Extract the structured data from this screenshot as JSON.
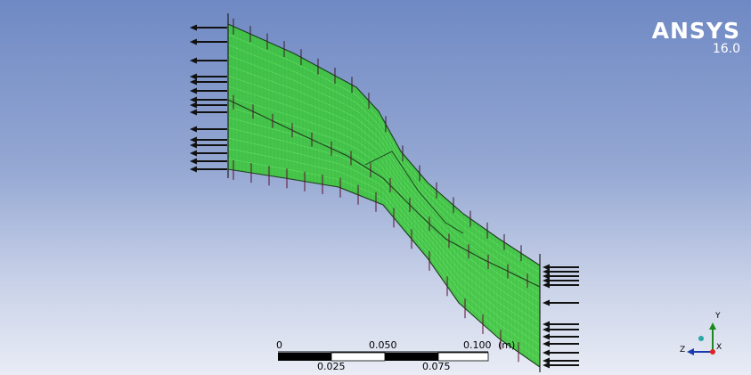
{
  "logo": {
    "brand": "ANSYS",
    "version": "16.0"
  },
  "scale_bar": {
    "top_labels": [
      "0",
      "0.050",
      "0.100"
    ],
    "bottom_labels": [
      "0.025",
      "0.075"
    ],
    "unit": "(m)"
  },
  "triad": {
    "y": "Y",
    "z": "Z",
    "x": "X"
  },
  "colors": {
    "mesh": "#3ec83e",
    "mesh_line": "#6ee86e",
    "arrow": "#111111",
    "background_top": "#6f89c4",
    "background_bottom": "#e9ecf5"
  }
}
